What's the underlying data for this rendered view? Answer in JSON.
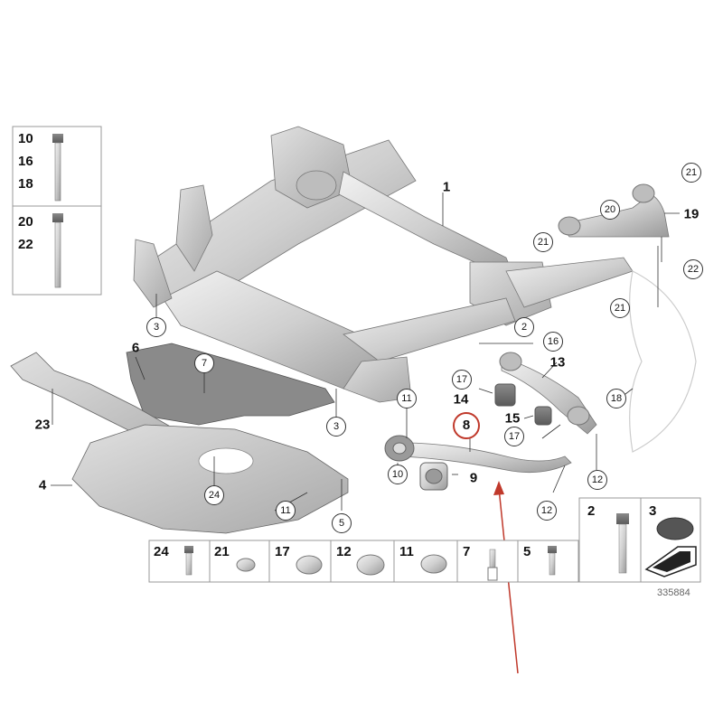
{
  "diagram": {
    "part_number": "335884",
    "bolt_box_left": {
      "top_labels": [
        "10",
        "16",
        "18"
      ],
      "bottom_labels": [
        "20",
        "22"
      ]
    },
    "main_labels": {
      "frame": "1",
      "part_6": "6",
      "part_23": "23",
      "part_4": "4",
      "part_13": "13",
      "part_14": "14",
      "part_15": "15",
      "part_9": "9",
      "part_19": "19",
      "part_8": "8"
    },
    "circled_labels": {
      "c3a": "3",
      "c3b": "3",
      "c7": "7",
      "c11a": "11",
      "c11b": "11",
      "c10": "10",
      "c24": "24",
      "c5": "5",
      "c2": "2",
      "c16": "16",
      "c17a": "17",
      "c17b": "17",
      "c18": "18",
      "c12a": "12",
      "c12b": "12",
      "c21a": "21",
      "c21b": "21",
      "c21c": "21",
      "c20": "20",
      "c22": "22"
    },
    "bottom_legend": [
      "24",
      "21",
      "17",
      "12",
      "11",
      "7",
      "5"
    ],
    "right_legend": [
      "2",
      "3"
    ]
  }
}
